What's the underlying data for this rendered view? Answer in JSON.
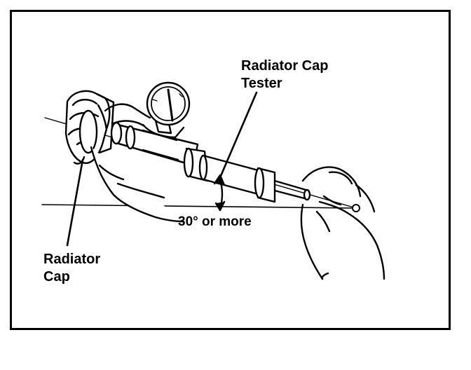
{
  "labels": {
    "tester_line1": "Radiator Cap",
    "tester_line2": "Tester",
    "cap_line1": "Radiator",
    "cap_line2": "Cap",
    "angle": "30° or more"
  }
}
